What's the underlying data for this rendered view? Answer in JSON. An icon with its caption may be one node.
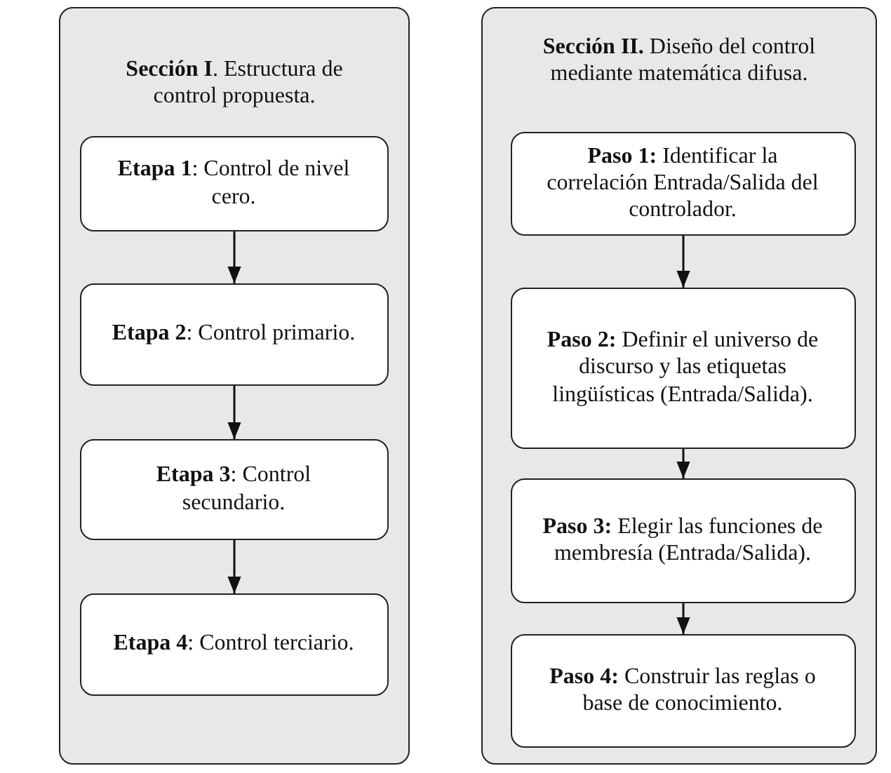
{
  "diagram": {
    "nodes": [
      {
        "text": [
          "**Sección I**. Estructura de control propuesta."
        ]
      },
      {
        "text": [
          "**Etapa 1**: Control de nivel cero."
        ],
        "in": 0
      },
      {
        "text": [
          "**Etapa 2**: Control primario."
        ],
        "in": 0
      },
      {
        "text": [
          "**Etapa 3**: Control secundario."
        ],
        "in": 0
      },
      {
        "text": [
          "**Etapa 4**: Control terciario."
        ],
        "in": 0
      },
      {
        "text": [
          "**Sección II.** Diseño del control mediante matemática difusa."
        ]
      },
      {
        "text": [
          "**Paso 1:** Identificar la correlación Entrada/Salida del controlador."
        ],
        "in": 5
      },
      {
        "text": [
          "**Paso 2:** Definir el universo de discurso y las etiquetas lingüísticas (Entrada/Salida)."
        ],
        "in": 5
      },
      {
        "text": [
          "**Paso 3:** Elegir las funciones de membresía (Entrada/Salida)."
        ],
        "in": 5
      },
      {
        "text": [
          "**Paso 4:** Construir las reglas o base de conocimiento."
        ],
        "in": 5
      }
    ],
    "edges": [
      {
        "from": 1,
        "to": 2,
        "arrow": "to"
      },
      {
        "from": 2,
        "to": 3,
        "arrow": "to"
      },
      {
        "from": 3,
        "to": 4,
        "arrow": "to"
      },
      {
        "from": 6,
        "to": 7,
        "arrow": "to"
      },
      {
        "from": 7,
        "to": 8,
        "arrow": "to"
      },
      {
        "from": 8,
        "to": 9,
        "arrow": "to"
      }
    ]
  }
}
